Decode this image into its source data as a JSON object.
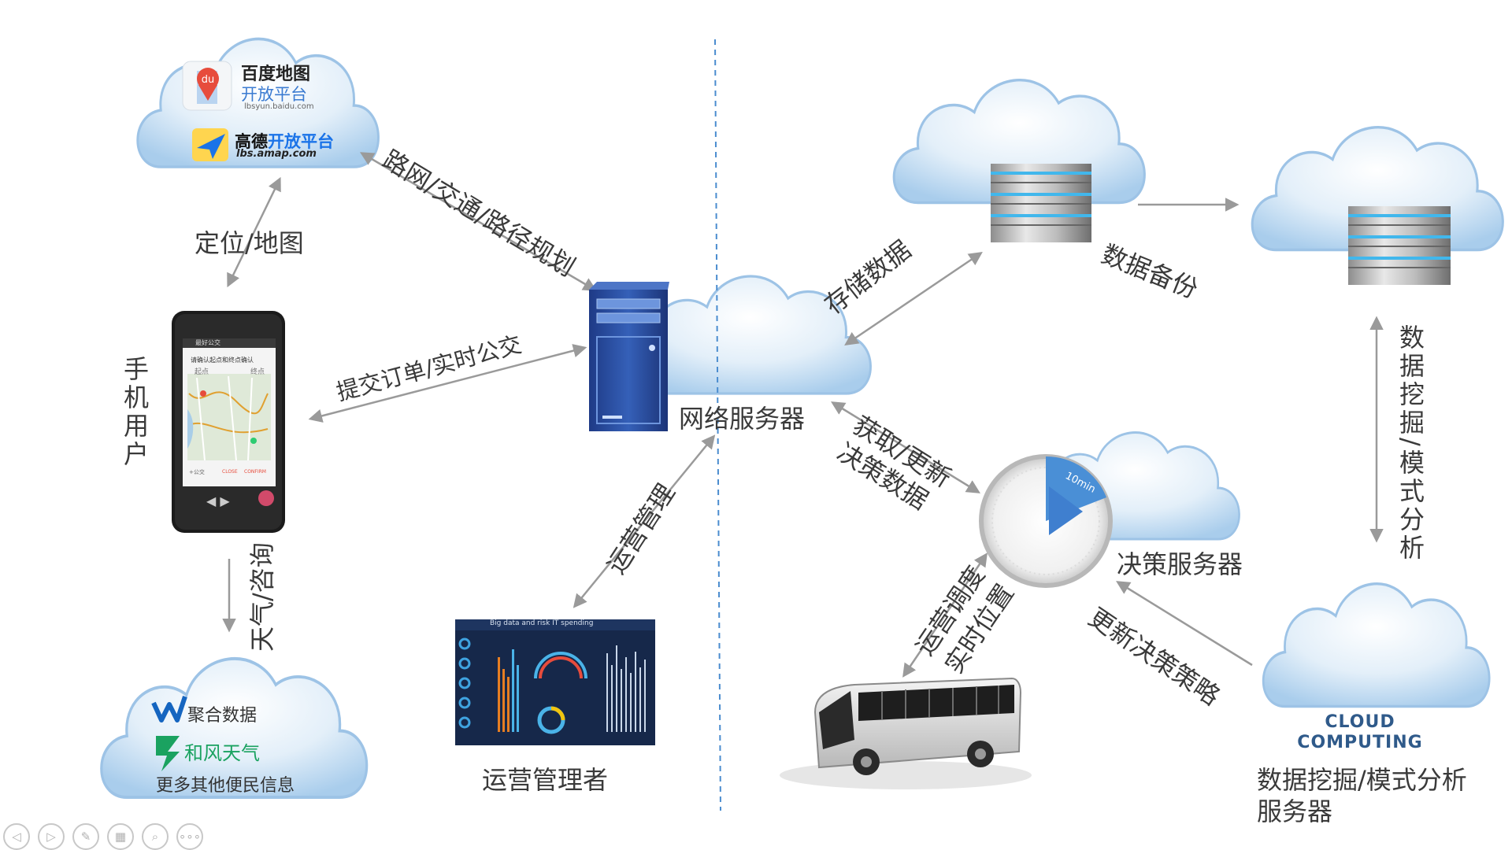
{
  "colors": {
    "arrow": "#9a9a9a",
    "divider": "#4a8ccf",
    "cloud_light": "#f2f8fe",
    "cloud_dark": "#a9cdec",
    "server_blue": "#2b4fa0",
    "accent_red": "#e74c3c",
    "gaode_blue": "#1a73e8",
    "juhe_blue": "#1565c0",
    "hefeng_green": "#1aa260"
  },
  "logos": {
    "baidu_badge": "du",
    "baidu_title": "百度地图",
    "baidu_subtitle": "开放平台",
    "baidu_url": "lbsyun.baidu.com",
    "gaode_title": "高德",
    "gaode_highlight": "开放平台",
    "gaode_url": "lbs.amap.com",
    "juhe": "聚合数据",
    "hefeng": "和风天气",
    "more_info": "更多其他便民信息",
    "cloud_computing": "CLOUD COMPUTING"
  },
  "labels": {
    "road_network": "路网/交通/路径规划",
    "location_map": "定位/地图",
    "mobile_user": "手机用户",
    "submit_order": "提交订单/实时公交",
    "weather_query": "天气/咨询",
    "network_server": "网络服务器",
    "store_data": "存储数据",
    "data_backup": "数据备份",
    "data_mining_vertical": "数据挖掘/模式分析",
    "get_update_line1": "获取/更新",
    "get_update_line2": "决策数据",
    "operations_mgmt": "运营管理",
    "operations_manager": "运营管理者",
    "decision_server": "决策服务器",
    "update_strategy": "更新决策策略",
    "dispatch_line1": "运营调度",
    "dispatch_line2": "实时位置",
    "mining_server_line1": "数据挖掘/模式分析",
    "mining_server_line2": "服务器",
    "timer_text": "10min"
  },
  "phone_screen": {
    "header": "最好公交",
    "notice": "请确认起点和终点确认",
    "origin": "起点",
    "destination": "终点",
    "btn_left": "+公交",
    "btn_close": "CLOSE",
    "btn_confirm": "CONFIRM"
  },
  "dashboard": {
    "title": "Big data and risk IT spending"
  },
  "toolbar": [
    "◁",
    "▷",
    "✎",
    "▦",
    "⌕",
    "∘∘∘"
  ]
}
